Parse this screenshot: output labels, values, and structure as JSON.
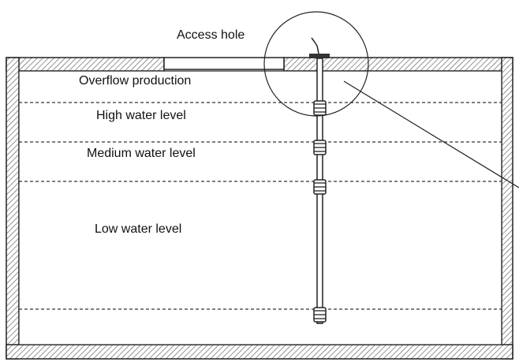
{
  "labels": {
    "access_hole": "Access hole",
    "overflow": "Overflow production",
    "high": "High water level",
    "medium": "Medium water level",
    "low": "Low water level"
  },
  "colors": {
    "line": "#222222",
    "hatch": "#666666",
    "background": "#ffffff"
  },
  "float_count": 4
}
